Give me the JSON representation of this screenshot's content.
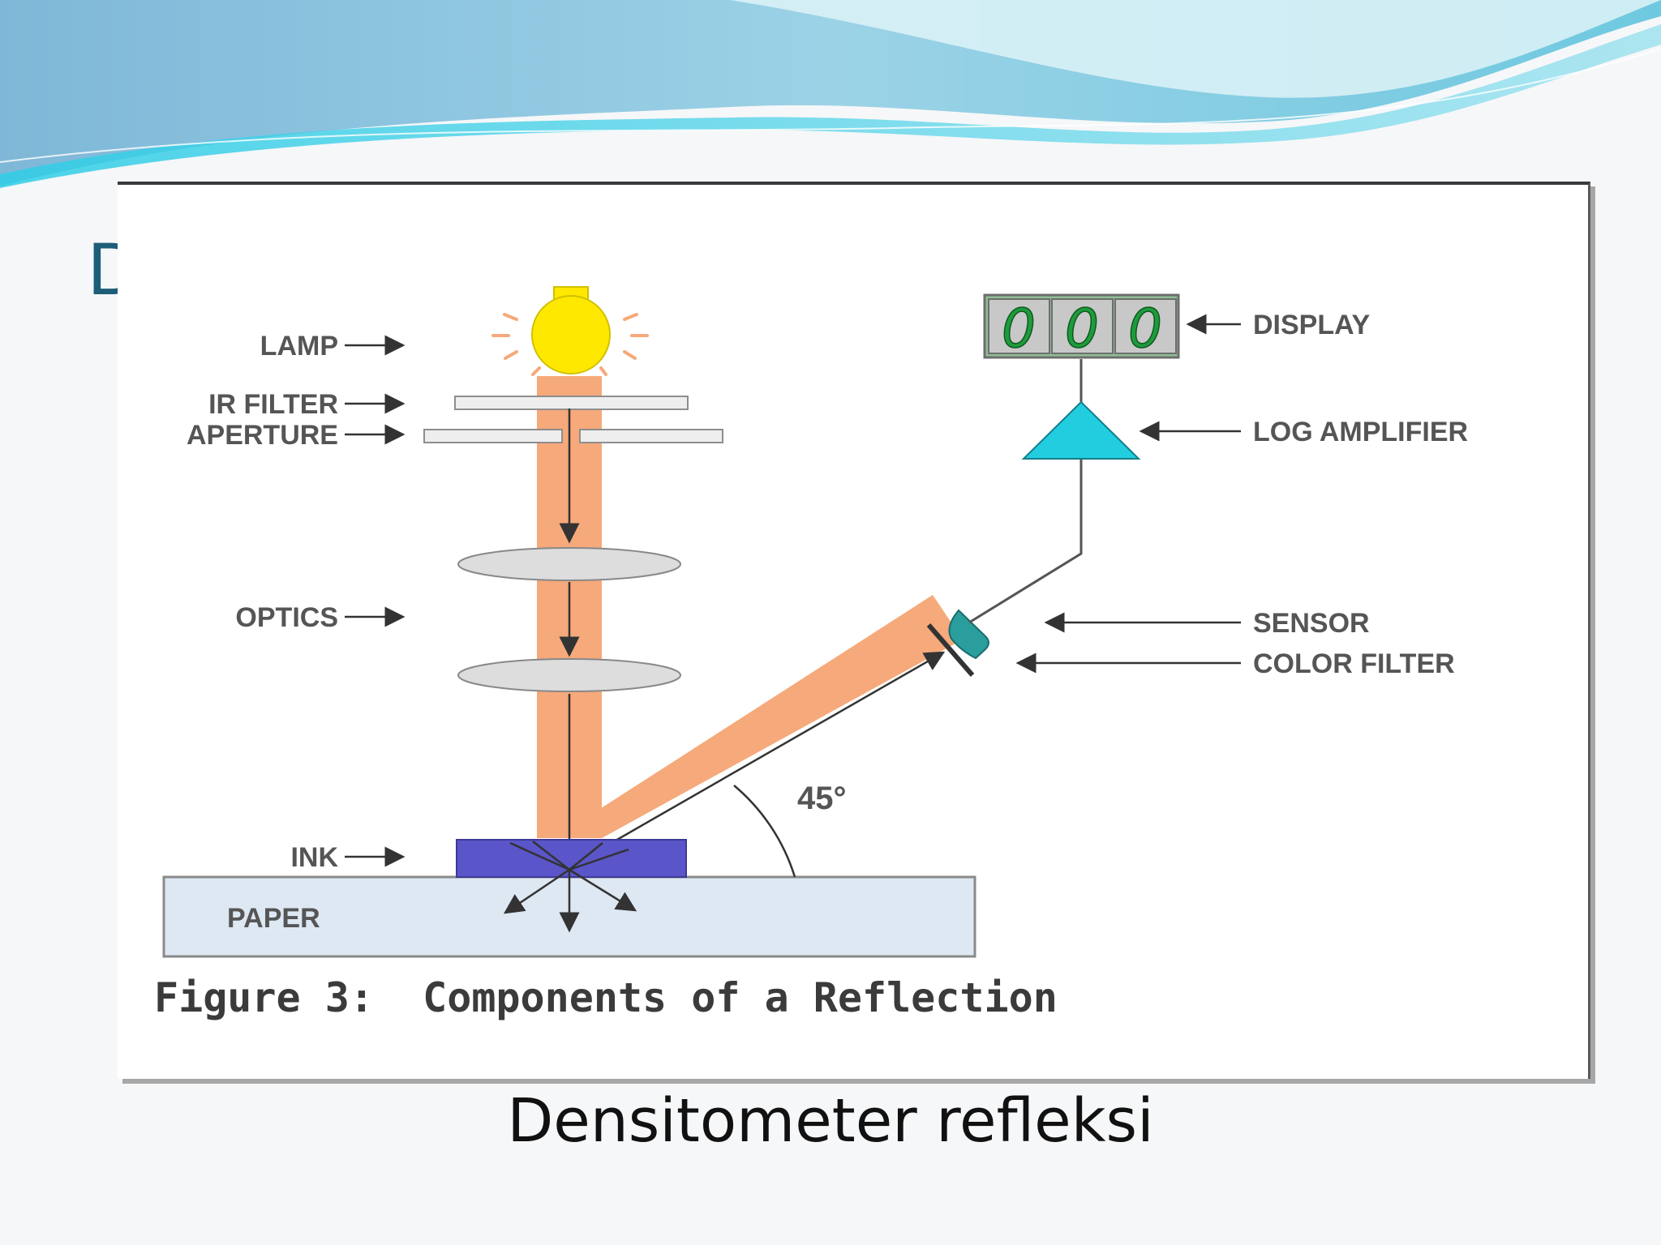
{
  "slide": {
    "title_fragment": "D",
    "caption": "Densitometer refleksi"
  },
  "diagram": {
    "labels": {
      "lamp": "LAMP",
      "ir_filter": "IR FILTER",
      "aperture": "APERTURE",
      "optics": "OPTICS",
      "ink": "INK",
      "paper": "PAPER",
      "display": "DISPLAY",
      "log_amplifier": "LOG AMPLIFIER",
      "sensor": "SENSOR",
      "color_filter": "COLOR FILTER"
    },
    "display_digits": [
      "0",
      "0",
      "0"
    ],
    "angle": "45°",
    "figure_caption": "Figure 3:  Components of a Reflection"
  },
  "colors": {
    "light_beam": "#f6a97a",
    "lamp_bulb": "#ffe800",
    "ink": "#5a55c9",
    "paper": "#dde8f3",
    "amplifier": "#22cde0",
    "sensor": "#2a9d9d",
    "display_bg": "#8fbf95",
    "accent_wave": "#4cc3dc"
  }
}
